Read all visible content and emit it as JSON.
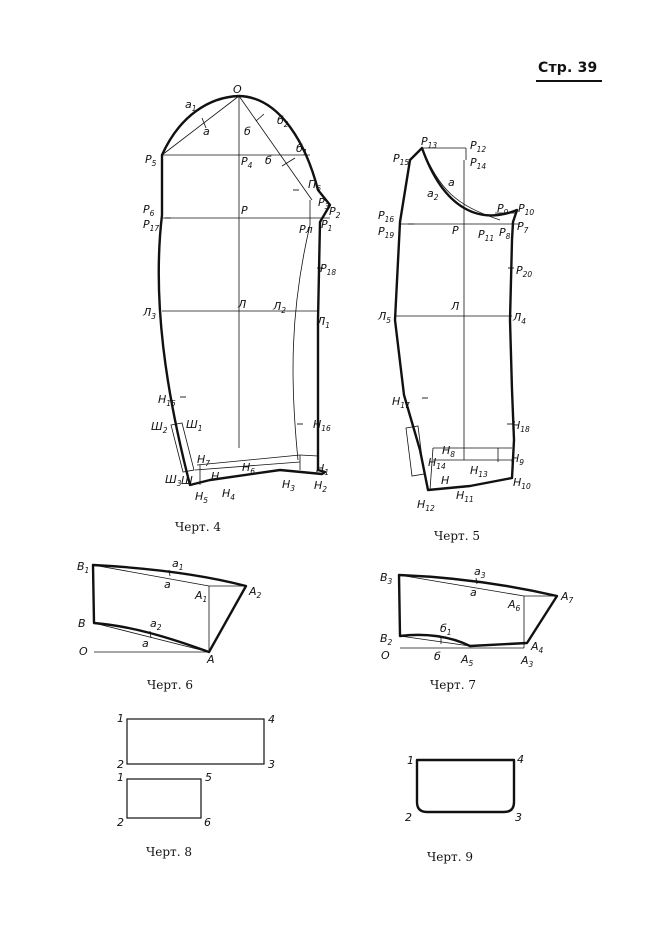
{
  "page_number": "Стр. 39",
  "figures": {
    "fig4": {
      "caption": "Черт. 4",
      "labels": [
        "О",
        "а1",
        "а",
        "б2",
        "б",
        "б1",
        "б",
        "Р5",
        "Р4",
        "П6",
        "Р3",
        "Р2",
        "Р6",
        "Р17",
        "Р",
        "Рл",
        "Р1",
        "Р18",
        "Л3",
        "Л",
        "Л2",
        "Л1",
        "Н15",
        "Ш2",
        "Ш1",
        "Н16",
        "Н7",
        "Н6",
        "Н1",
        "Ш3",
        "Ш",
        "Н",
        "Н5",
        "Н4",
        "Н3",
        "Н2"
      ]
    },
    "fig5": {
      "caption": "Черт. 5",
      "labels": [
        "Р13",
        "Р12",
        "Р15",
        "Р14",
        "а",
        "а2",
        "Р9",
        "Р10",
        "Р16",
        "Р19",
        "Р",
        "Р11",
        "Р8",
        "Р7",
        "Р20",
        "Л5",
        "Л",
        "Л4",
        "Н17",
        "Н18",
        "Н8",
        "Н14",
        "Н9",
        "Н",
        "Н13",
        "Н10",
        "Н12",
        "Н11"
      ]
    },
    "fig6": {
      "caption": "Черт. 6",
      "labels": [
        "В1",
        "а1",
        "а",
        "А1",
        "А2",
        "В",
        "а2",
        "а",
        "О",
        "А"
      ]
    },
    "fig7": {
      "caption": "Черт. 7",
      "labels": [
        "В3",
        "а3",
        "а",
        "А6",
        "А7",
        "В2",
        "б1",
        "О",
        "б",
        "А5",
        "А4",
        "А3"
      ]
    },
    "fig8": {
      "caption": "Черт. 8",
      "labels": [
        "1",
        "4",
        "2",
        "3",
        "1",
        "5",
        "2",
        "6"
      ]
    },
    "fig9": {
      "caption": "Черт. 9",
      "labels": [
        "1",
        "4",
        "2",
        "3"
      ]
    }
  }
}
